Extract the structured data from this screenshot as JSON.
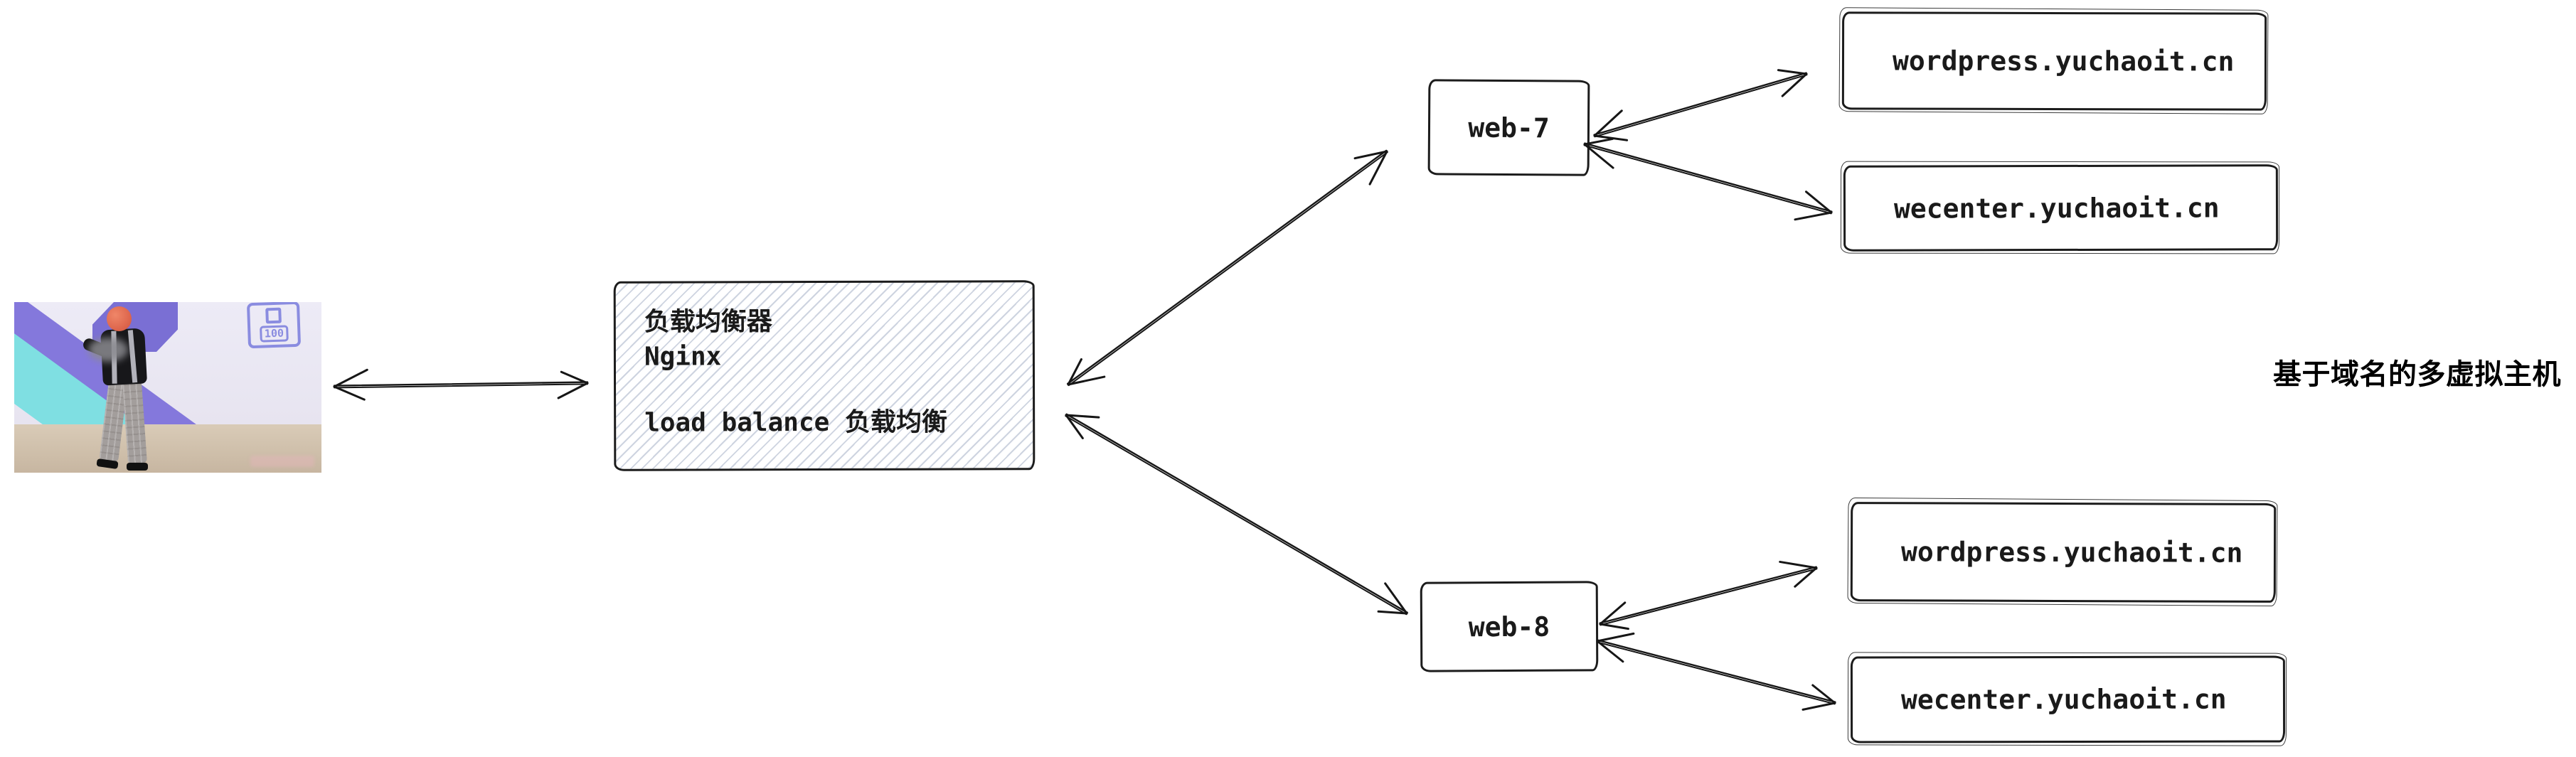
{
  "diagram": {
    "client": {
      "description": "dancing person with orange ball head in a studio",
      "badge_text": "100"
    },
    "load_balancer": {
      "line1": "负载均衡器",
      "line2": "Nginx",
      "line3": "load balance 负载均衡"
    },
    "servers": {
      "web7": {
        "label": "web-7"
      },
      "web8": {
        "label": "web-8"
      }
    },
    "vhosts": {
      "web7_wordpress": {
        "label": "wordpress.yuchaoit.cn"
      },
      "web7_wecenter": {
        "label": "wecenter.yuchaoit.cn"
      },
      "web8_wordpress": {
        "label": "wordpress.yuchaoit.cn"
      },
      "web8_wecenter": {
        "label": "wecenter.yuchaoit.cn"
      }
    },
    "annotation": "基于域名的多虚拟主机",
    "edges": [
      {
        "from": "client",
        "to": "load_balancer",
        "bidirectional": true
      },
      {
        "from": "load_balancer",
        "to": "web7",
        "bidirectional": true
      },
      {
        "from": "load_balancer",
        "to": "web8",
        "bidirectional": true
      },
      {
        "from": "web7",
        "to": "web7_wordpress",
        "bidirectional": true
      },
      {
        "from": "web7",
        "to": "web7_wecenter",
        "bidirectional": true
      },
      {
        "from": "web8",
        "to": "web8_wordpress",
        "bidirectional": true
      },
      {
        "from": "web8",
        "to": "web8_wecenter",
        "bidirectional": true
      }
    ],
    "colors": {
      "stroke": "#1c1c1c",
      "hatch": "#aab0c6",
      "badge_purple": "#8a8ce0",
      "stripe_purple": "#8478dc",
      "stripe_cyan": "#7fdfe2",
      "head_orange": "#e06a50",
      "wall": "#eae7f2",
      "floor": "#d0c1ac"
    }
  }
}
